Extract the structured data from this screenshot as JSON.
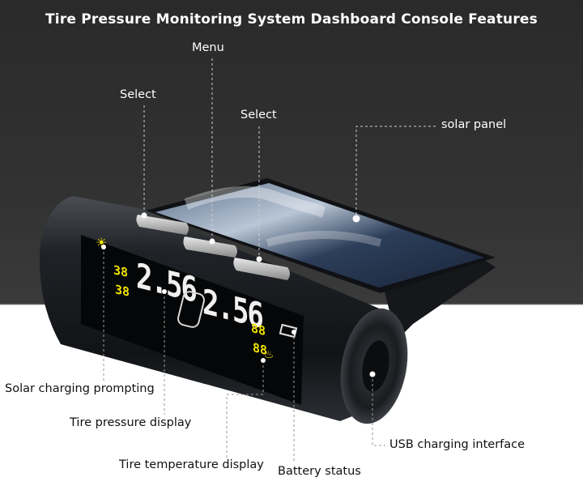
{
  "title": "Tire Pressure Monitoring System Dashboard Console Features",
  "callouts": {
    "menu": "Menu",
    "select_left": "Select",
    "select_right": "Select",
    "solar_panel": "solar panel",
    "solar_charging_prompting": "Solar charging prompting",
    "tire_pressure_display": "Tire pressure display",
    "tire_temperature_display": "Tire temperature display",
    "battery_status": "Battery status",
    "usb_charging_interface": "USB charging interface"
  },
  "display": {
    "left_small_top": "38",
    "left_small_bottom": "38",
    "left_big": "2.56",
    "right_big": "2.56",
    "right_small_top": "88",
    "right_small_bottom": "88",
    "accent": "#f2e300",
    "lcd_white": "#f0f0f0"
  },
  "colors": {
    "background_dark": "#2e2e2e",
    "background_light": "#ffffff",
    "device_body": "#1a1c20",
    "leader_line": "#cfcfcf"
  },
  "icons": [
    "sun-icon",
    "car-icon",
    "battery-icon",
    "thermometer-icon"
  ]
}
